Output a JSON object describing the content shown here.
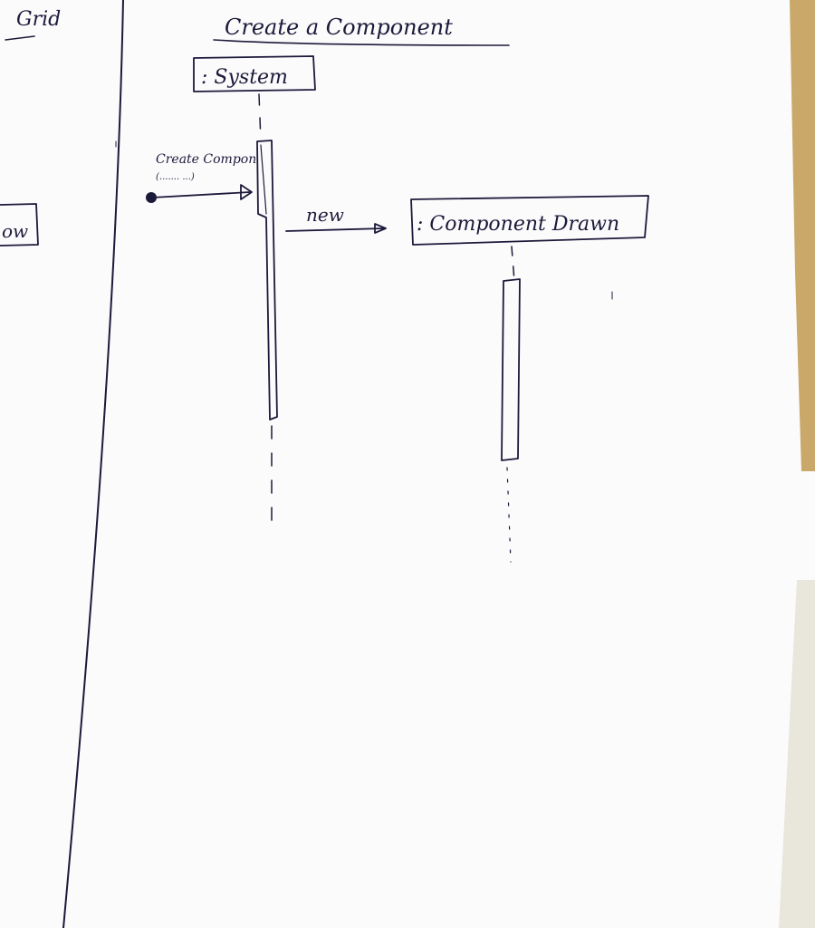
{
  "left_labels": {
    "top": "Grid",
    "middle": "ow"
  },
  "diagram": {
    "title": "Create a Component",
    "lifelines": [
      {
        "id": "system",
        "label": ": System"
      },
      {
        "id": "component-drawn",
        "label": ": Component Drawn"
      }
    ],
    "messages": [
      {
        "id": "create-compon",
        "label": "Create Compon",
        "args": "(.......  ...)"
      },
      {
        "id": "new",
        "label": "new"
      }
    ]
  },
  "colors": {
    "ink": "#1c1a3a",
    "paper": "#fbfbfc",
    "table": "#c9a86a"
  }
}
